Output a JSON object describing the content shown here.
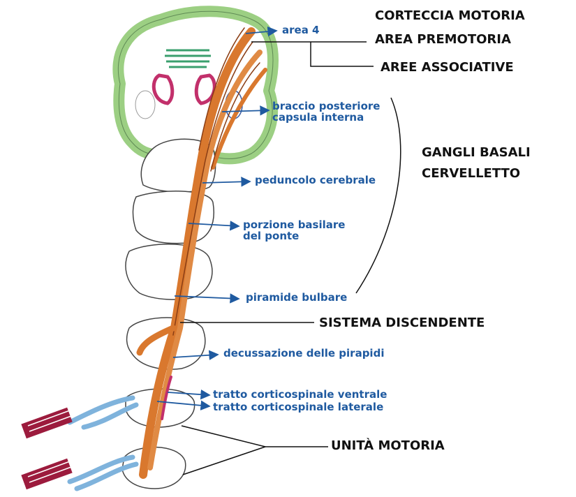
{
  "colors": {
    "cortex_green": "#9ccf83",
    "fiber_orange": "#d9782e",
    "fiber_dark": "#8a3d14",
    "ventricle_pink": "#c2306b",
    "nerve_blue": "#7fb3dc",
    "muscle_red": "#9c1b3d",
    "label_blue": "#1f5aa0",
    "label_black": "#111111"
  },
  "labels_blue": {
    "area4": "area 4",
    "braccio_1": "braccio posteriore",
    "braccio_2": "capsula interna",
    "peduncolo": "peduncolo cerebrale",
    "ponte_1": "porzione basilare",
    "ponte_2": "del ponte",
    "piramide": "piramide bulbare",
    "decussazione": "decussazione delle pirapidi",
    "ventrale": "tratto corticospinale ventrale",
    "laterale": "tratto corticospinale laterale"
  },
  "labels_black": {
    "corteccia": "CORTECCIA MOTORIA",
    "premotoria": "AREA PREMOTORIA",
    "associative": "AREE ASSOCIATIVE",
    "gangli": "GANGLI BASALI",
    "cervelletto": "CERVELLETTO",
    "discendente": "SISTEMA DISCENDENTE",
    "unita": "UNITÀ MOTORIA"
  }
}
